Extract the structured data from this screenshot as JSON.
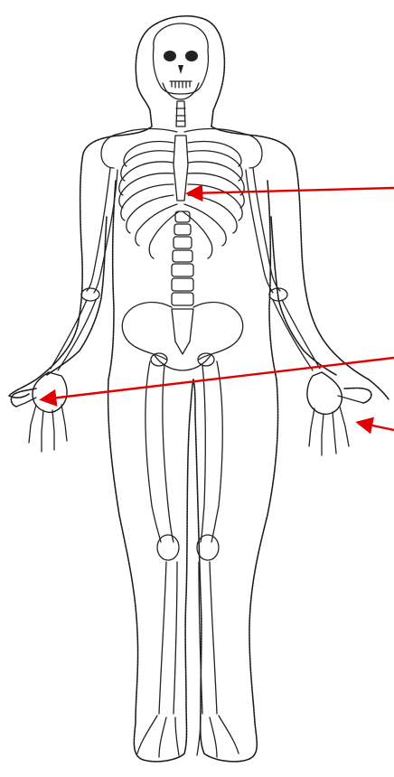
{
  "figure": {
    "subject": "anterior-skeleton-with-body-outline",
    "background_color": "#ffffff",
    "line_color": "#1a1a1a"
  },
  "annotations": {
    "arrow_color": "#e00000",
    "count": 3,
    "items": [
      {
        "id": "arrow-sternum",
        "target": "sternum",
        "label": ""
      },
      {
        "id": "arrow-left-hand",
        "target": "right-hand-palm",
        "label": ""
      },
      {
        "id": "arrow-right-hand",
        "target": "left-hand-palm",
        "label": ""
      }
    ]
  }
}
